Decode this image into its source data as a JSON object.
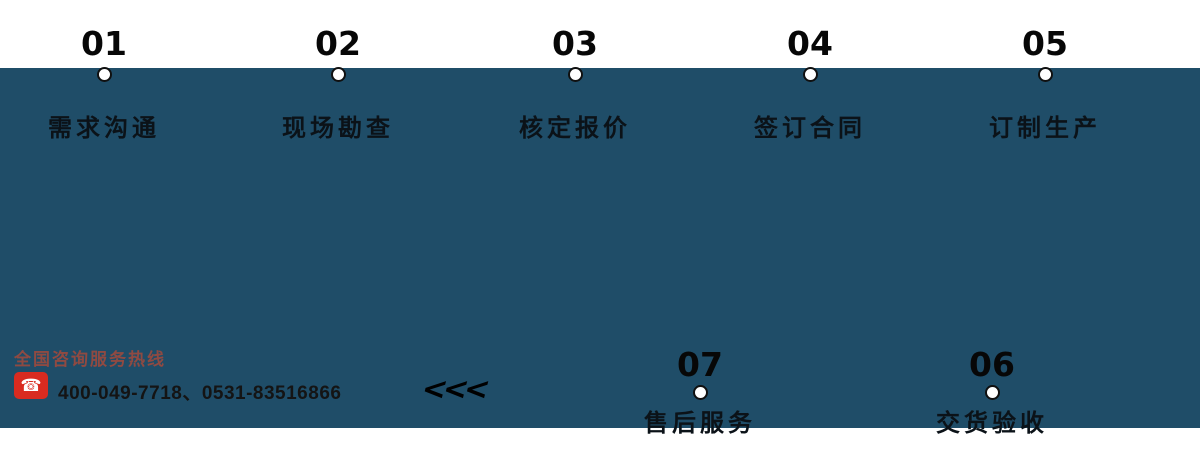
{
  "band_color": "#1f4d68",
  "steps_top": [
    {
      "num": "01",
      "label": "需求沟通"
    },
    {
      "num": "02",
      "label": "现场勘查"
    },
    {
      "num": "03",
      "label": "核定报价"
    },
    {
      "num": "04",
      "label": "签订合同"
    },
    {
      "num": "05",
      "label": "订制生产"
    }
  ],
  "steps_bottom": [
    {
      "num": "07",
      "label": "售后服务"
    },
    {
      "num": "06",
      "label": "交货验收"
    }
  ],
  "hotline": {
    "title": "全国咨询服务热线",
    "icon": "phone-icon",
    "numbers": "400-049-7718、0531-83516866"
  },
  "chevrons": "<<<"
}
